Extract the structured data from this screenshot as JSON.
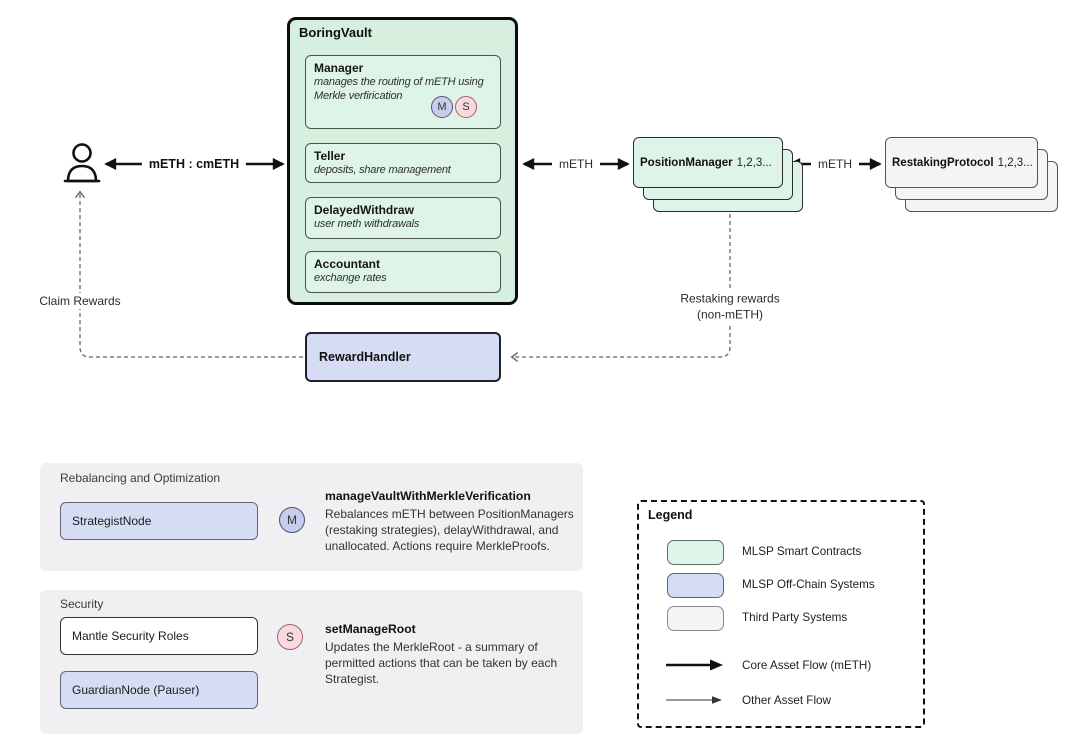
{
  "colors": {
    "green": "#d6efdf",
    "green-light": "#def4e9",
    "purple": "#d7dcf5",
    "purple-badge": "#c8cdec",
    "pink": "#f8d9de",
    "gray-box": "#f4f4f4",
    "section-bg": "#f0f0f2"
  },
  "diagram": {
    "vault": {
      "title": "BoringVault",
      "modules": [
        {
          "name": "Manager",
          "desc": "manages the routing of mETH using Merkle verfirication",
          "badge_m": "M",
          "badge_s": "S"
        },
        {
          "name": "Teller",
          "desc": "deposits, share management"
        },
        {
          "name": "DelayedWithdraw",
          "desc": "user meth withdrawals"
        },
        {
          "name": "Accountant",
          "desc": "exchange rates"
        }
      ]
    },
    "flows": {
      "user_vault": "mETH : cmETH",
      "vault_pm": "mETH",
      "pm_rp": "mETH",
      "claim": "Claim Rewards",
      "restaking_l1": "Restaking rewards",
      "restaking_l2": "(non-mETH)"
    },
    "position_manager": {
      "name": "PositionManager",
      "suffix": "1,2,3..."
    },
    "restaking_protocol": {
      "name": "RestakingProtocol",
      "suffix": "1,2,3..."
    },
    "reward_handler": {
      "title": "RewardHandler"
    }
  },
  "sections": {
    "rebalancing": {
      "title": "Rebalancing and Optimization",
      "node": "StrategistNode",
      "badge": "M",
      "func": "manageVaultWithMerkleVerification",
      "desc": "Rebalances mETH between PositionManagers (restaking strategies), delayWithdrawal, and unallocated. Actions require MerkleProofs."
    },
    "security": {
      "title": "Security",
      "node1": "Mantle Security Roles",
      "node2": "GuardianNode (Pauser)",
      "badge": "S",
      "func": "setManageRoot",
      "desc": "Updates the MerkleRoot - a summary of permitted actions that can be taken by each Strategist."
    }
  },
  "legend": {
    "title": "Legend",
    "items": [
      {
        "label": "MLSP Smart Contracts",
        "swatch": "green"
      },
      {
        "label": "MLSP Off-Chain Systems",
        "swatch": "purple"
      },
      {
        "label": "Third Party Systems",
        "swatch": "gray"
      }
    ],
    "flows": [
      {
        "label": "Core Asset Flow (mETH)",
        "type": "core"
      },
      {
        "label": "Other Asset Flow",
        "type": "other"
      }
    ]
  }
}
